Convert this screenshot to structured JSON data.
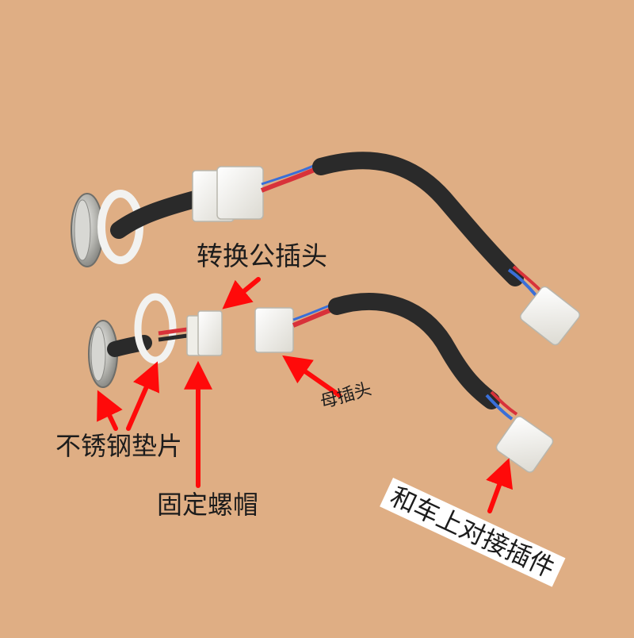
{
  "labels": {
    "male_plug": "转换公插头",
    "female_plug": "母插头",
    "washer": "不锈钢垫片",
    "nut": "固定螺帽",
    "car_connector": "和车上对接插件"
  },
  "colors": {
    "background": "#dfae84",
    "arrow": "#ff0a0a",
    "cable": "#2a2a2a",
    "connector": "#f4f3ee",
    "metal": "#b9b9b5",
    "wire_red": "#d8323a",
    "wire_blue": "#3a6fd8"
  }
}
